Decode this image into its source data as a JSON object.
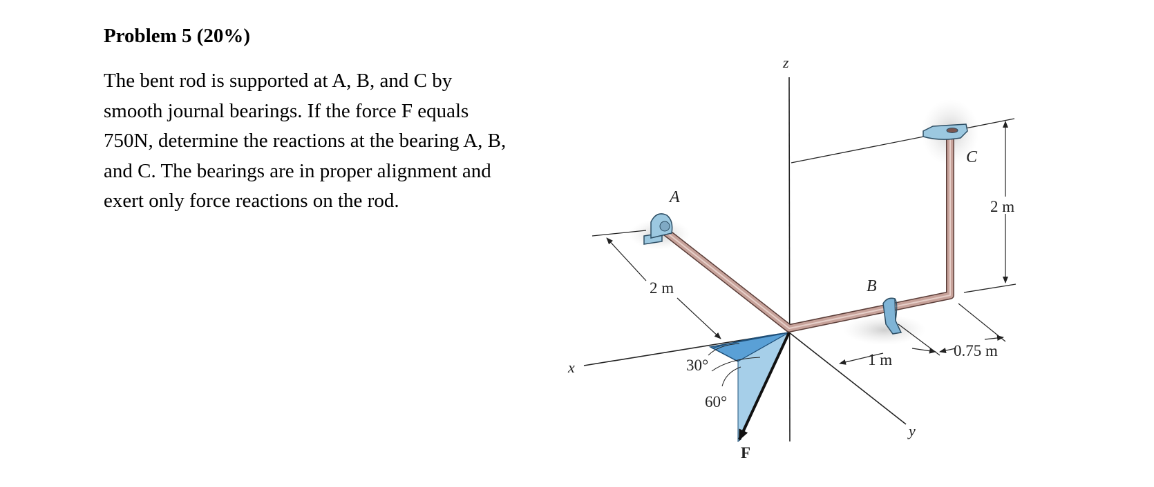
{
  "problem": {
    "title": "Problem 5 (20%)",
    "lines": [
      "The bent rod is supported at A, B, and C by",
      "smooth journal bearings. If the force F equals",
      "750N, determine the reactions at the bearing A, B,",
      "and C. The bearings are in proper alignment and",
      "exert only force reactions on the rod."
    ],
    "force_value": "750N"
  },
  "figure": {
    "axes": {
      "x": "x",
      "y": "y",
      "z": "z"
    },
    "points": {
      "A": "A",
      "B": "B",
      "C": "C"
    },
    "dimensions": {
      "oa": "2 m",
      "c_height": "2 m",
      "ob": "1 m",
      "b_bend": "0.75 m"
    },
    "angles": {
      "a30": "30°",
      "a60": "60°"
    },
    "force_label": "F",
    "colors": {
      "rod": "#b9928a",
      "rod_dark": "#7a5650",
      "bearing": "#9cc8e0",
      "bearing_dark": "#4d86a8",
      "angle_fill": "#7fb8e0",
      "shadow": "#d8d8d8"
    }
  }
}
